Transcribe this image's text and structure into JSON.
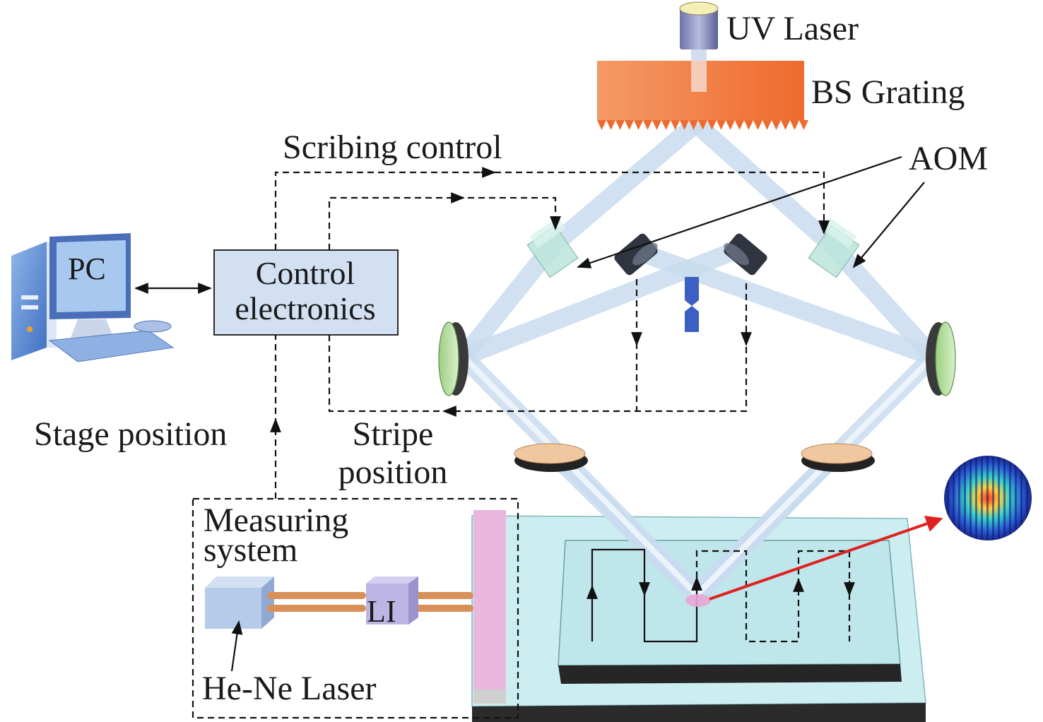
{
  "labels": {
    "uv_laser": "UV Laser",
    "bs_grating": "BS Grating",
    "aom": "AOM",
    "scribing_control": "Scribing control",
    "pc": "PC",
    "control_electronics_line1": "Control",
    "control_electronics_line2": "electronics",
    "stage_position": "Stage position",
    "stripe_position_line1": "Stripe",
    "stripe_position_line2": "position",
    "measuring_system_line1": "Measuring",
    "measuring_system_line2": "system",
    "li": "LI",
    "he_ne_laser": "He-Ne Laser"
  },
  "colors": {
    "grating": "#f0793e",
    "beam": "#c9dcef",
    "aom": "#bfe6dc",
    "control_box": "#d2e0f2",
    "stage_top": "#cdeef0",
    "stage_edge": "#2b2b2b",
    "pink_bar": "#e9b7de",
    "he_ne_box": "#b6cbe9",
    "li_box": "#bdb5e3",
    "red_arrow": "#e02020"
  }
}
